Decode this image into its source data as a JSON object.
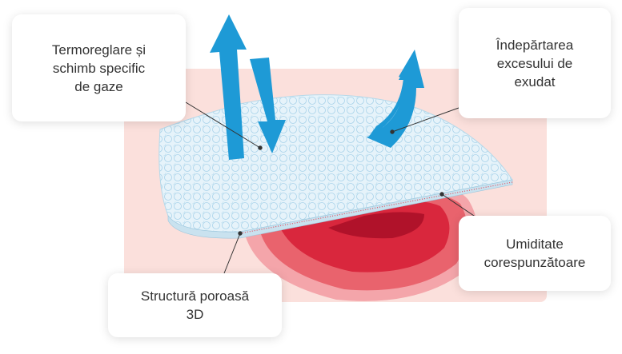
{
  "labels": {
    "gas_exchange": "Termoreglare și\nschimb specific\nde gaze",
    "exudate_removal": "Îndepărtarea\nexcesului de\nexudat",
    "moisture": "Umiditate\ncorespunzătoare",
    "porous_structure": "Structură poroasă\n3D"
  },
  "colors": {
    "background_skin": "#fbe0dc",
    "arrow": "#1e9ad6",
    "dressing": "#dceff8",
    "wound": "#d9273d"
  }
}
